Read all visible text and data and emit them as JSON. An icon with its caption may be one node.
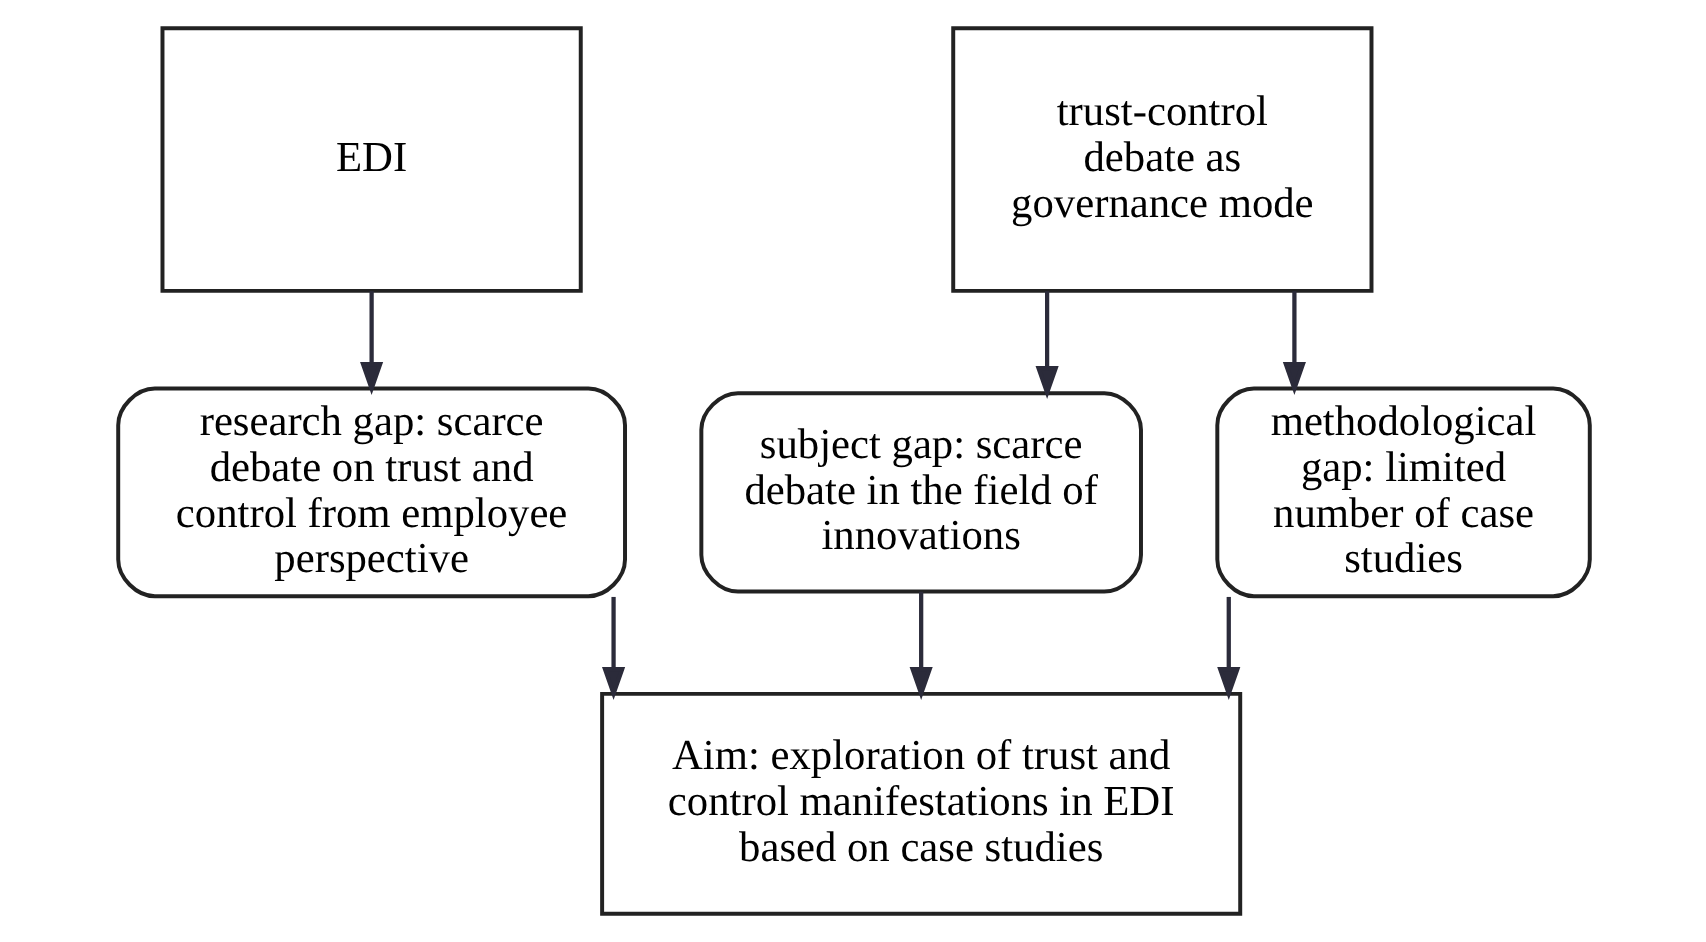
{
  "diagram": {
    "nodes": [
      {
        "text": [
          "EDI"
        ]
      },
      {
        "text": [
          "trust-control debate as governance mode"
        ]
      },
      {
        "text": [
          "research gap: scarce debate on trust and control from employee perspective"
        ]
      },
      {
        "text": [
          "subject gap: scarce debate in the field of innovations"
        ]
      },
      {
        "text": [
          "methodological gap: limited number of case studies"
        ]
      },
      {
        "text": [
          "Aim: exploration of trust and control manifestations in EDI based on case studies"
        ]
      }
    ],
    "edges": [
      {
        "from": 0,
        "to": 2,
        "arrow": "to"
      },
      {
        "from": 1,
        "to": 3,
        "arrow": "to"
      },
      {
        "from": 1,
        "to": 4,
        "arrow": "to"
      },
      {
        "from": 2,
        "to": 5,
        "arrow": "to"
      },
      {
        "from": 3,
        "to": 5,
        "arrow": "to"
      },
      {
        "from": 4,
        "to": 5,
        "arrow": "to"
      }
    ]
  }
}
